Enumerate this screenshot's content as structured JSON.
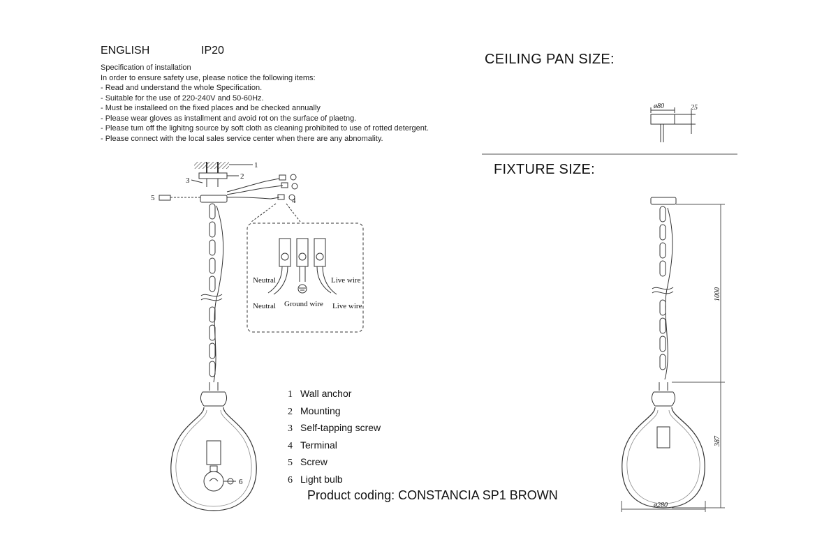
{
  "header": {
    "language": "ENGLISH",
    "ip_rating": "IP20"
  },
  "spec": {
    "title": "Specification of installation",
    "intro": "In order to ensure safety use, please notice the following items:",
    "items": [
      "- Read and understand the whole Specification.",
      "- Suitable for the use of 220-240V and 50-60Hz.",
      "- Must be installeed on the fixed places and be checked annually",
      "- Please wear gloves as installment and avoid rot on the surface of plaetng.",
      "- Please tum off the lighitng source by soft cloth as cleaning prohibited to use of rotted detergent.",
      "- Please connect with the local sales service center when there are any abnomality."
    ]
  },
  "ceiling_pan": {
    "title": "CEILING PAN SIZE:",
    "diameter": "ø80",
    "height": "25"
  },
  "fixture": {
    "title": "FIXTURE SIZE:",
    "total_height": "1000",
    "shade_height": "387",
    "diameter": "ø280"
  },
  "wiring": {
    "neutral_top": "Neutral",
    "live_top": "Live wire",
    "neutral_bottom": "Neutral",
    "ground": "Ground wire",
    "live_bottom": "Live wire"
  },
  "callouts": [
    "1",
    "2",
    "3",
    "4",
    "5",
    "6"
  ],
  "parts": [
    {
      "num": "1",
      "label": "Wall anchor"
    },
    {
      "num": "2",
      "label": "Mounting"
    },
    {
      "num": "3",
      "label": "Self-tapping screw"
    },
    {
      "num": "4",
      "label": "Terminal"
    },
    {
      "num": "5",
      "label": "Screw"
    },
    {
      "num": "6",
      "label": "Light bulb"
    }
  ],
  "product": {
    "coding": "Product coding: CONSTANCIA SP1 BROWN"
  }
}
